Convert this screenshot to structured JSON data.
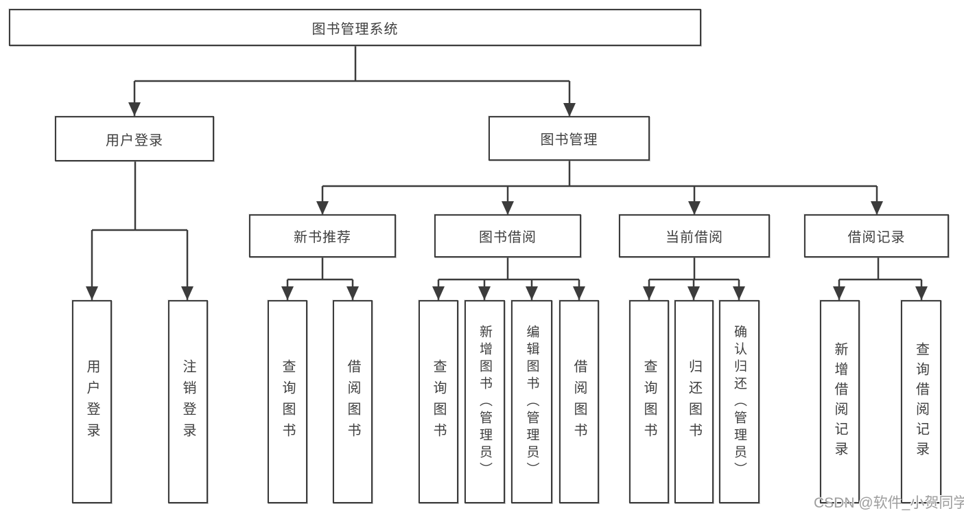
{
  "diagram": {
    "title": "图书管理系统",
    "level2": {
      "user_login": "用户登录",
      "book_mgmt": "图书管理"
    },
    "level3": {
      "new_book": "新书推荐",
      "book_borrow": "图书借阅",
      "current_borrow": "当前借阅",
      "borrow_record": "借阅记录"
    },
    "leaves": {
      "user_login": [
        "用户登录",
        "注销登录"
      ],
      "new_book": [
        "查询图书",
        "借阅图书"
      ],
      "book_borrow": [
        "查询图书",
        "新增图书（管理员）",
        "编辑图书（管理员）",
        "借阅图书"
      ],
      "current_borrow": [
        "查询图书",
        "归还图书",
        "确认归还（管理员）"
      ],
      "borrow_record": [
        "新增借阅记录",
        "查询借阅记录"
      ]
    },
    "watermark": "CSDN @软件_小贺同学",
    "colors": {
      "line": "#3c3c3c",
      "box_border": "#3c3c3c",
      "text": "#3f3f3f",
      "background": "#ffffff",
      "watermark": "#9d9d9d"
    }
  }
}
